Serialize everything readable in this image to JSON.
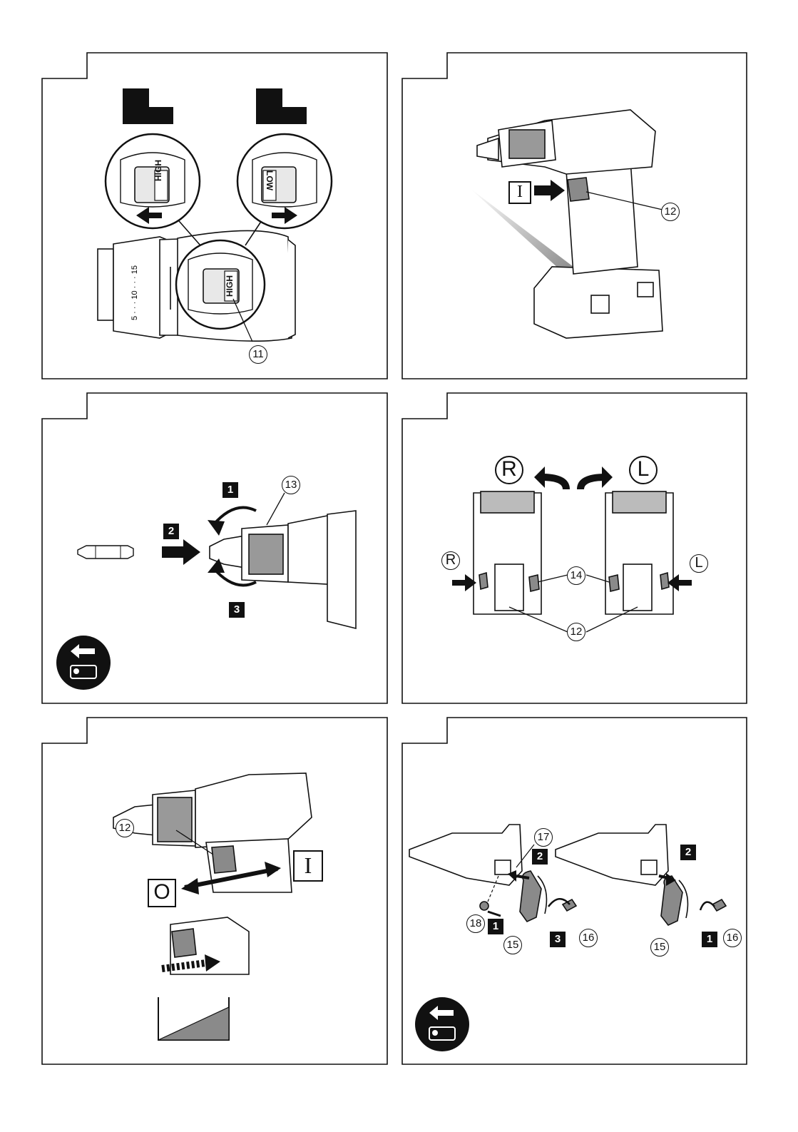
{
  "panels": {
    "p1": {
      "left_switch_text": "HIGH",
      "right_switch_text": "LOW",
      "center_switch_text": "HIGH",
      "callout": "11",
      "dial_numbers": "5 · · · 10 · · · 15"
    },
    "p2": {
      "symbol": "I",
      "callout": "12"
    },
    "p3": {
      "step1": "1",
      "step2": "2",
      "step3": "3",
      "callout": "13"
    },
    "p4": {
      "rotate_right": "R",
      "rotate_left": "L",
      "lever_right": "R",
      "lever_left": "L",
      "callout_lever": "14",
      "callout_trigger": "12"
    },
    "p5": {
      "callout": "12",
      "symbol_off": "O",
      "symbol_on": "I"
    },
    "p6": {
      "callout_17": "17",
      "callout_18": "18",
      "callout_15a": "15",
      "callout_16a": "16",
      "callout_15b": "15",
      "callout_16b": "16",
      "step_a2": "2",
      "step_a1": "1",
      "step_a3": "3",
      "step_b2": "2",
      "step_b1": "1"
    }
  },
  "colors": {
    "ink": "#111111",
    "shade": "#8a8a8a",
    "paper": "#ffffff"
  },
  "icons": [
    "battery-remove-icon",
    "battery-remove-icon"
  ]
}
